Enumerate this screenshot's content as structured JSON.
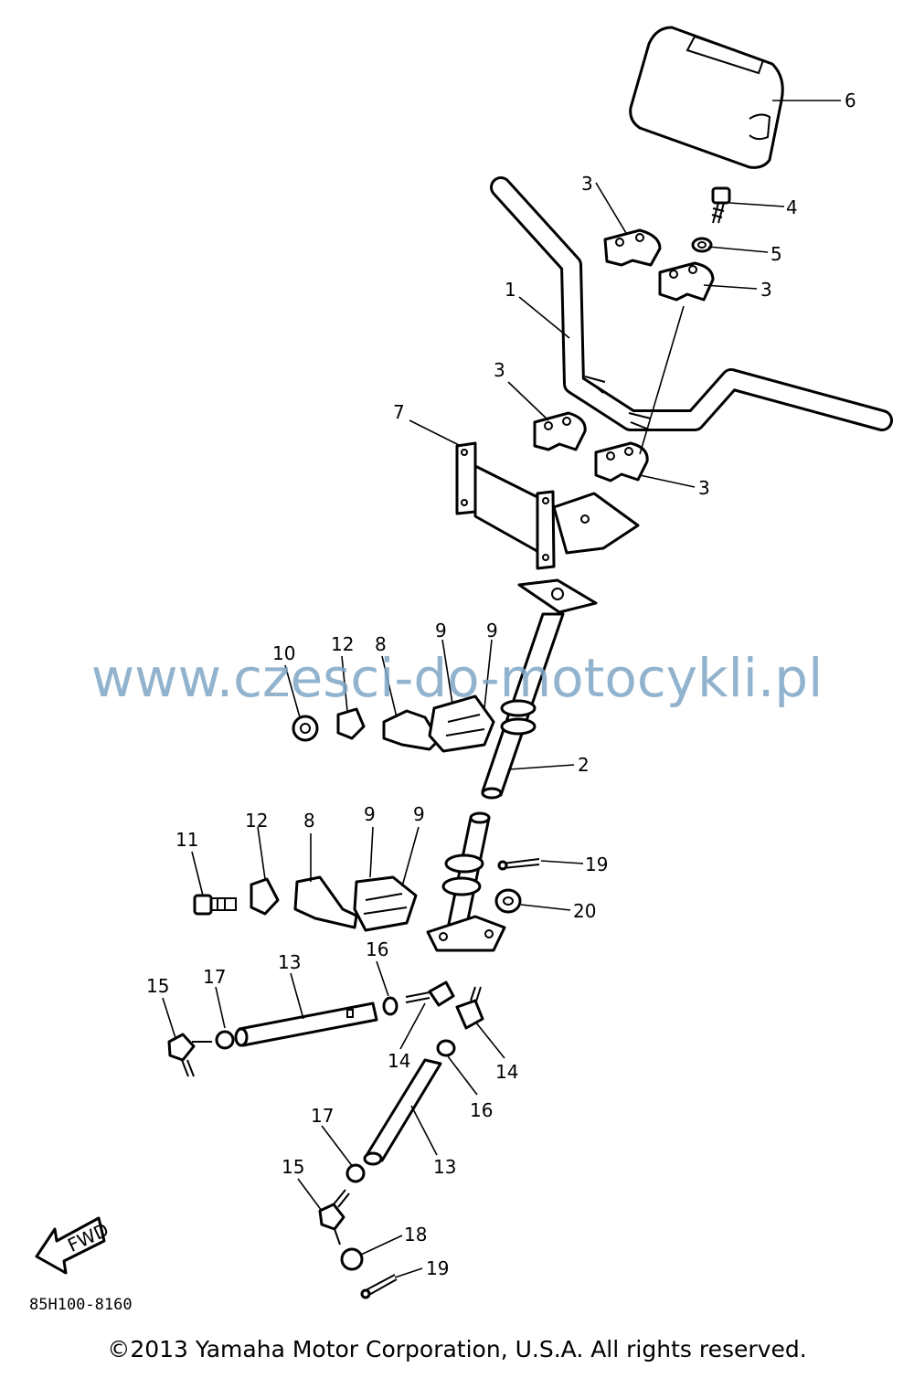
{
  "watermark": "www.czesci-do-motocykli.pl",
  "drawing_number": "85H100-8160",
  "copyright": "©2013 Yamaha Motor Corporation, U.S.A. All rights reserved.",
  "fwd_label": "FWD",
  "callouts": [
    "1",
    "2",
    "3",
    "3",
    "3",
    "3",
    "4",
    "5",
    "6",
    "7",
    "8",
    "8",
    "9",
    "9",
    "9",
    "9",
    "10",
    "11",
    "12",
    "12",
    "13",
    "13",
    "14",
    "14",
    "15",
    "15",
    "16",
    "16",
    "17",
    "17",
    "18",
    "19",
    "19",
    "20"
  ]
}
